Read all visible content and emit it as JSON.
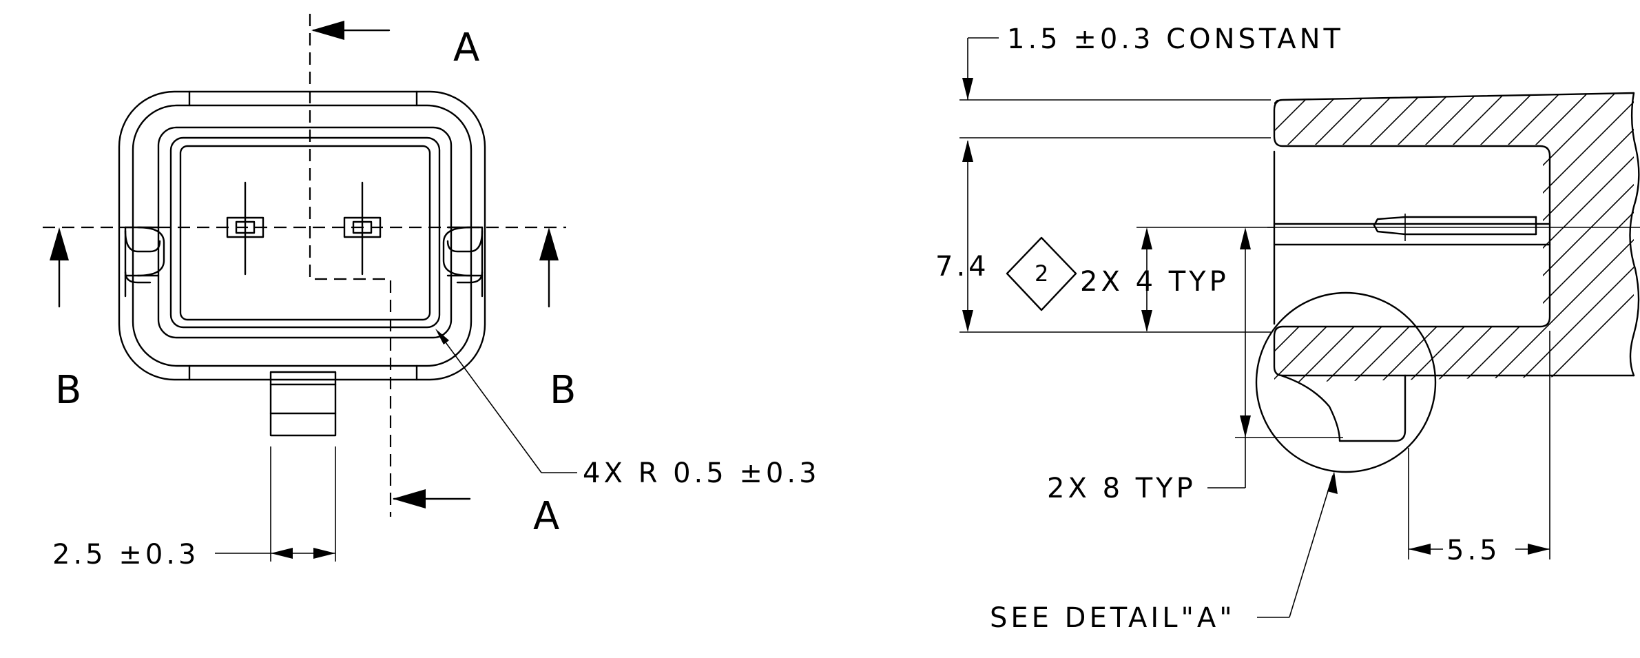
{
  "labels": {
    "section_a_top": "A",
    "section_a_bottom": "A",
    "section_b_left": "B",
    "section_b_right": "B",
    "radius_note": "4X R 0.5 ±0.3",
    "width_dim": "2.5 ±0.3",
    "constant_dim": "1.5 ±0.3 CONSTANT",
    "height_dim": "7.4",
    "typ_4": "2X 4 TYP",
    "typ_8": "2X 8 TYP",
    "depth_dim": "5.5",
    "detail_note": "SEE DETAIL\"A\"",
    "diamond_symbol": "2"
  }
}
